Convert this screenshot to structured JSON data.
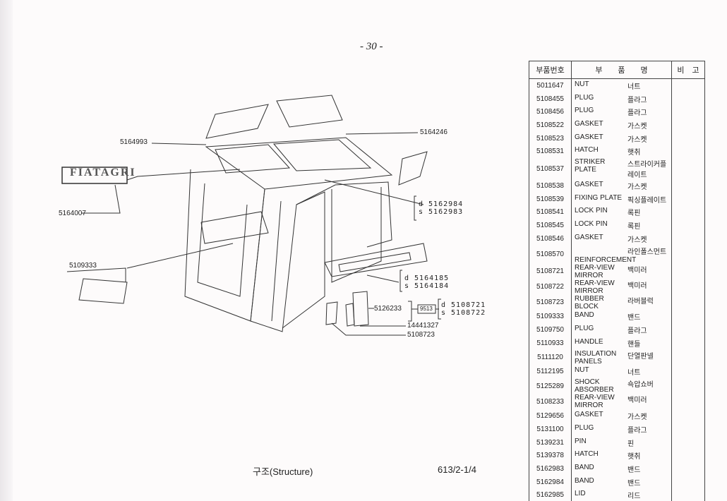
{
  "page_number": "- 30 -",
  "footer": {
    "title": "구조(Structure)",
    "code": "613/2-1/4"
  },
  "diagram": {
    "logo_text": "FIATAGRI",
    "labels": {
      "l5164993": "5164993",
      "l5164246": "5164246",
      "l5164007": "5164007",
      "l5109333": "5109333",
      "d5162984": "d 5162984",
      "s5162983": "s 5162983",
      "d5164185": "d 5164185",
      "s5164184": "s 5164184",
      "l5126233": "5126233",
      "box9513": "9513",
      "d5108721": "d 5108721",
      "s5108722": "s 5108722",
      "l14441327": "14441327",
      "l5108723": "5108723"
    }
  },
  "table": {
    "headers": [
      "부품번호",
      "부　　품　　명",
      "비　고"
    ],
    "rows": [
      [
        "5011647",
        "NUT",
        "너트"
      ],
      [
        "5108455",
        "PLUG",
        "플라그"
      ],
      [
        "5108456",
        "PLUG",
        "플라그"
      ],
      [
        "5108522",
        "GASKET",
        "가스켓"
      ],
      [
        "5108523",
        "GASKET",
        "가스켓"
      ],
      [
        "5108531",
        "HATCH",
        "햇취"
      ],
      [
        "5108537",
        "STRIKER PLATE",
        "스트라이커플레이트"
      ],
      [
        "5108538",
        "GASKET",
        "가스켓"
      ],
      [
        "5108539",
        "FIXING PLATE",
        "픽싱플레이트"
      ],
      [
        "5108541",
        "LOCK PIN",
        "록핀"
      ],
      [
        "5108545",
        "LOCK PIN",
        "록핀"
      ],
      [
        "5108546",
        "GASKET",
        "가스켓"
      ],
      [
        "5108570",
        "REINFORCEMENT",
        "라인폴스먼트"
      ],
      [
        "5108721",
        "REAR-VIEW MIRROR",
        "백미러"
      ],
      [
        "5108722",
        "REAR-VIEW MIRROR",
        "백미러"
      ],
      [
        "5108723",
        "RUBBER BLOCK",
        "라버블럭"
      ],
      [
        "5109333",
        "BAND",
        "밴드"
      ],
      [
        "5109750",
        "PLUG",
        "플라그"
      ],
      [
        "5110933",
        "HANDLE",
        "핸들"
      ],
      [
        "5111120",
        "INSULATION PANELS",
        "단열판넬"
      ],
      [
        "5112195",
        "NUT",
        "너트"
      ],
      [
        "5125289",
        "SHOCK ABSORBER",
        "쇽압쇼버"
      ],
      [
        "5108233",
        "REAR-VIEW MIRROR",
        "백미러"
      ],
      [
        "5129656",
        "GASKET",
        "가스켓"
      ],
      [
        "5131100",
        "PLUG",
        "플라그"
      ],
      [
        "5139231",
        "PIN",
        "핀"
      ],
      [
        "5139378",
        "HATCH",
        "햇취"
      ],
      [
        "5162983",
        "BAND",
        "밴드"
      ],
      [
        "5162984",
        "BAND",
        "밴드"
      ],
      [
        "5162985",
        "LID",
        "리드"
      ]
    ]
  }
}
